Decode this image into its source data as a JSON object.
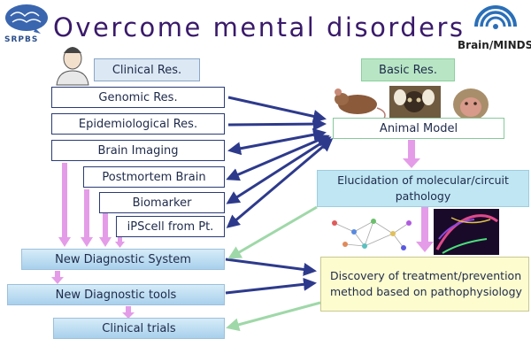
{
  "header": {
    "title": "Overcome mental disorders",
    "logo_left_text": "SRPBS",
    "logo_right_text": "Brain/MINDS"
  },
  "clinical": {
    "header": "Clinical Res.",
    "items": [
      "Genomic Res.",
      "Epidemiological Res.",
      "Brain Imaging",
      "Postmortem Brain",
      "Biomarker",
      "iPScell from Pt."
    ],
    "diagnostic_system": "New Diagnostic System",
    "diagnostic_tools": "New Diagnostic tools",
    "clinical_trials": "Clinical trials"
  },
  "basic": {
    "header": "Basic Res.",
    "animal_model": "Animal Model",
    "elucidation": "Elucidation of molecular/circuit pathology",
    "discovery": "Discovery of treatment/prevention method based on pathophysiology"
  },
  "colors": {
    "arrow_navy": "#2d3a8c",
    "arrow_pink": "#e49ce8",
    "arrow_green": "#9fd8a8",
    "title": "#3a1a6a"
  }
}
